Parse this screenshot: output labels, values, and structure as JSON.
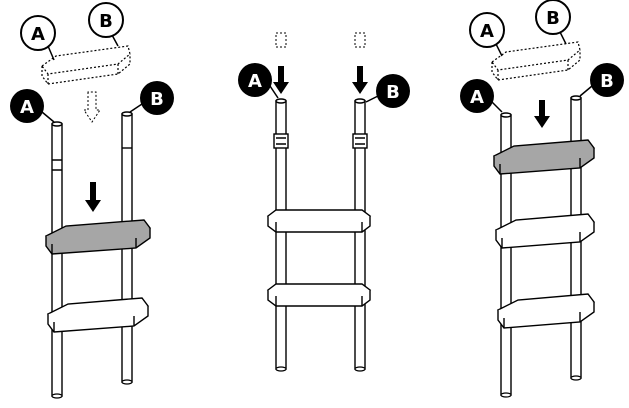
{
  "diagram": {
    "colors": {
      "ink": "#000000",
      "paper": "#ffffff",
      "highlight_step": "#a6a6a6",
      "dashed_part": "#888888"
    },
    "labels": {
      "a": "A",
      "b": "B"
    },
    "panels": [
      {
        "name": "panel-1",
        "labels": [
          "A",
          "B",
          "A",
          "B"
        ],
        "steps": 2,
        "highlighted_step": 1
      },
      {
        "name": "panel-2",
        "labels": [
          "A",
          "B"
        ],
        "steps": 2
      },
      {
        "name": "panel-3",
        "labels": [
          "A",
          "B",
          "A",
          "B"
        ],
        "steps": 3,
        "highlighted_step": 1
      }
    ]
  }
}
